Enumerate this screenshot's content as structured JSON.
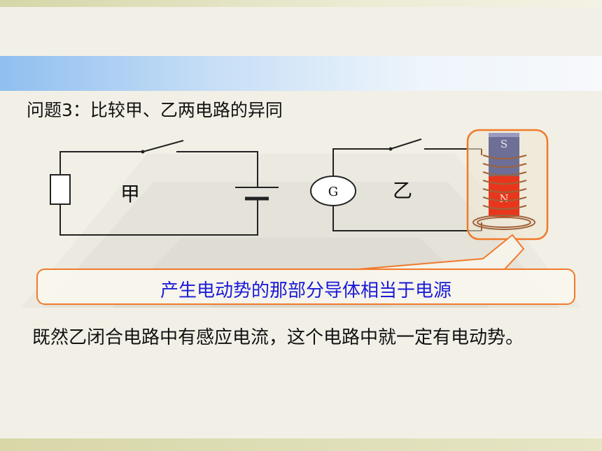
{
  "question": "问题3：比较甲、乙两电路的异同",
  "circuit_a_label": "甲",
  "circuit_b_label": "乙",
  "galvanometer_label": "G",
  "magnet_top_label": "S",
  "magnet_bottom_label": "N",
  "callout_text": "产生电动势的那部分导体相当于电源",
  "body_text": "既然乙闭合电路中有感应电流，这个电路中就一定有电动势。",
  "colors": {
    "callout_border": "#f07a2a",
    "callout_text": "#1b1bd8",
    "magnet_north": "#e8361c",
    "magnet_south": "#6d6f96",
    "coil": "#a0623a",
    "header_band": "#90bff0"
  }
}
